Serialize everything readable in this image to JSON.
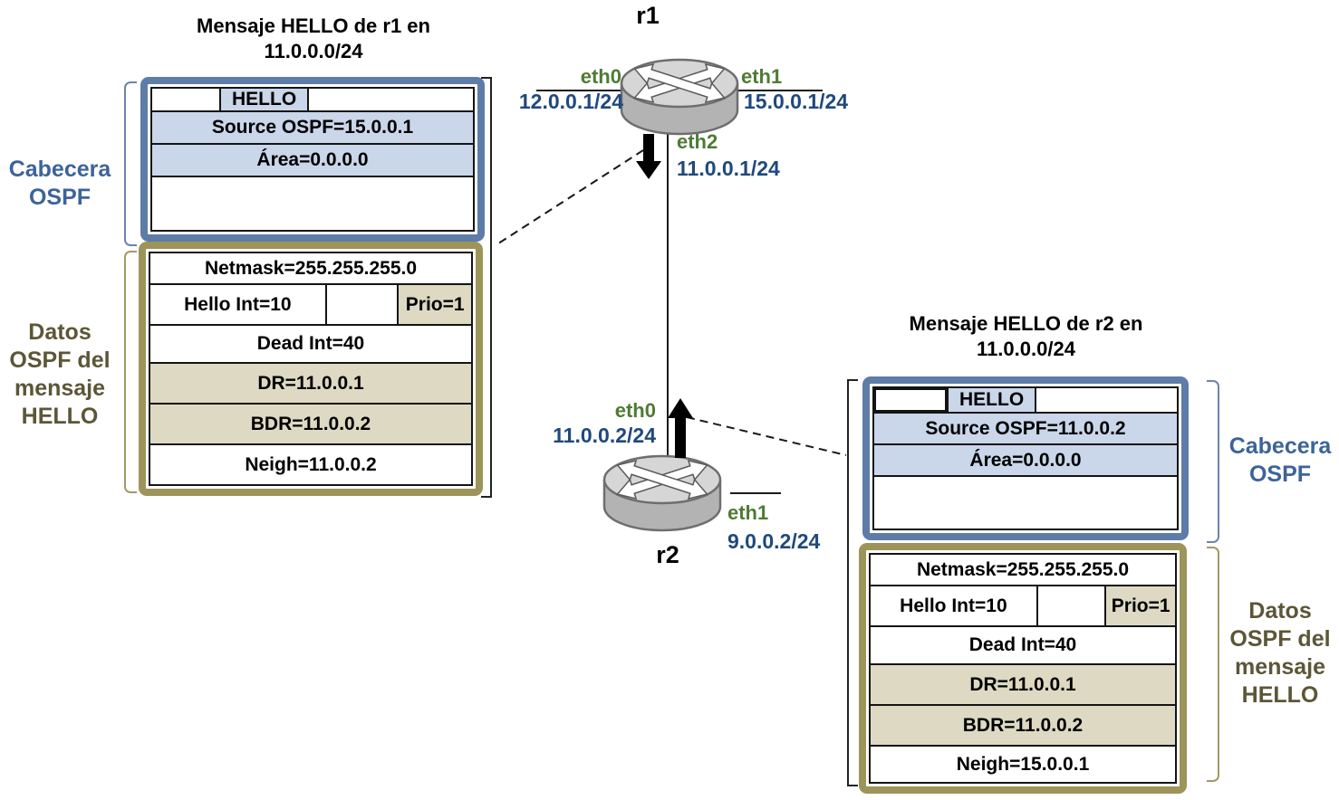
{
  "colors": {
    "header_border_blue": "#5E7CA8",
    "header_fill_blue": "#CAD6E9",
    "data_border_olive": "#9D9459",
    "data_fill_tan": "#DDD9C3",
    "label_blue": "#3D6399",
    "label_olive": "#5C5637",
    "interface_green": "#4E7B34",
    "ip_blue": "#1F497D"
  },
  "left_message": {
    "title_line1": "Mensaje HELLO de r1 en",
    "title_line2": "11.0.0.0/24",
    "hello": "HELLO",
    "source": "Source OSPF=15.0.0.1",
    "area": "Área=0.0.0.0",
    "netmask": "Netmask=255.255.255.0",
    "hello_int": "Hello Int=10",
    "prio": "Prio=1",
    "dead_int": "Dead Int=40",
    "dr": "DR=11.0.0.1",
    "bdr": "BDR=11.0.0.2",
    "neigh": "Neigh=11.0.0.2"
  },
  "right_message": {
    "title_line1": "Mensaje HELLO de r2 en",
    "title_line2": "11.0.0.0/24",
    "hello": "HELLO",
    "source": "Source OSPF=11.0.0.2",
    "area": "Área=0.0.0.0",
    "netmask": "Netmask=255.255.255.0",
    "hello_int": "Hello Int=10",
    "prio": "Prio=1",
    "dead_int": "Dead Int=40",
    "dr": "DR=11.0.0.1",
    "bdr": "BDR=11.0.0.2",
    "neigh": "Neigh=15.0.0.1"
  },
  "section_labels": {
    "cabecera_line1": "Cabecera",
    "cabecera_line2": "OSPF",
    "datos_line1": "Datos",
    "datos_line2": "OSPF del",
    "datos_line3": "mensaje",
    "datos_line4": "HELLO"
  },
  "routers": {
    "r1": {
      "name": "r1",
      "eth0": "eth0",
      "eth0_ip": "12.0.0.1/24",
      "eth1": "eth1",
      "eth1_ip": "15.0.0.1/24",
      "eth2": "eth2",
      "eth2_ip": "11.0.0.1/24"
    },
    "r2": {
      "name": "r2",
      "eth0": "eth0",
      "eth0_ip": "11.0.0.2/24",
      "eth1": "eth1",
      "eth1_ip": "9.0.0.2/24"
    }
  }
}
